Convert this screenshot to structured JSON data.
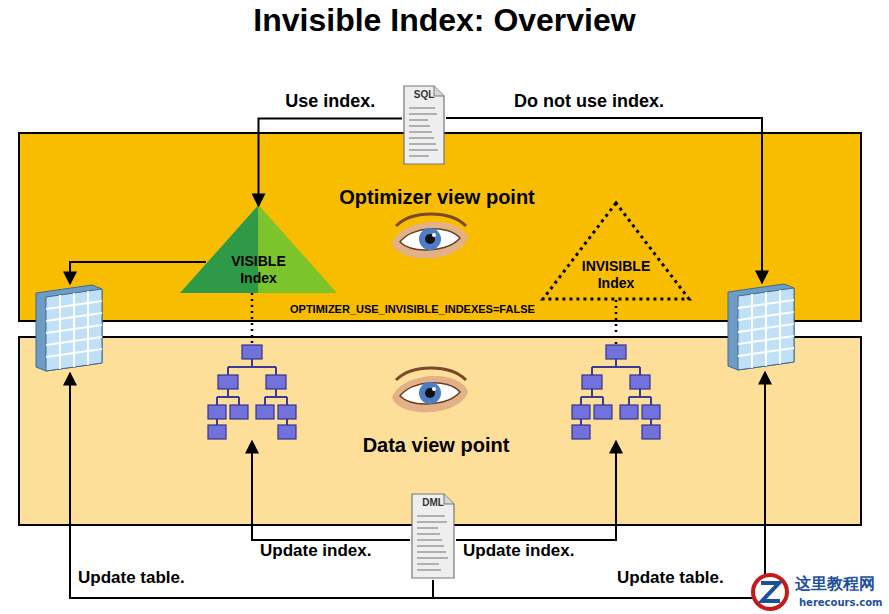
{
  "diagram": {
    "title": "Invisible Index: Overview",
    "nodes": [
      {
        "text": [
          "SQL"
        ]
      },
      {
        "text": [
          "Optimizer view point"
        ]
      },
      {
        "text": [
          "VISIBLE Index"
        ],
        "in": 1
      },
      {
        "text": [
          "INVISIBLE Index"
        ],
        "in": 1
      },
      {
        "text": [
          "Data view point"
        ]
      },
      {
        "text": [
          "DML"
        ]
      }
    ],
    "edges": [
      {
        "from": 0,
        "to": 2,
        "label": "Use index.",
        "arrow": "to"
      }
    ],
    "labels": [
      "Do not use index.",
      "OPTIMIZER_USE_INVISIBLE_INDEXES=FALSE",
      "Update index.",
      "Update index.",
      "Update table.",
      "Update table.",
      "这里教程网",
      "herecours.com"
    ]
  }
}
